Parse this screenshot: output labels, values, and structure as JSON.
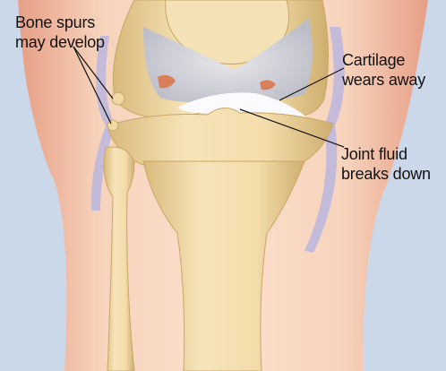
{
  "labels": {
    "bone_spurs": [
      "Bone spurs",
      "may develop"
    ],
    "cartilage": [
      "Cartilage",
      "wears away"
    ],
    "joint_fluid": [
      "Joint fluid",
      "breaks down"
    ]
  },
  "colors": {
    "frame": "#cbd8ea",
    "skin": "#f3c6ac",
    "bone": "#f1ddb0",
    "bone_shadow": "#d9bd84",
    "ligament": "#b7b5d8",
    "cartilage_worn": "#c9cbd6",
    "lesion": "#d9805a"
  }
}
